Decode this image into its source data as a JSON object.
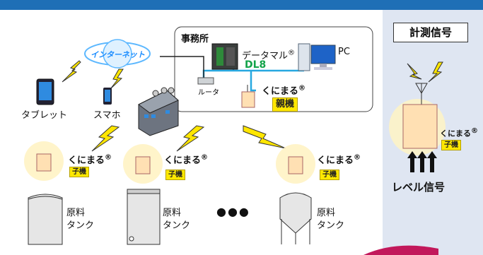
{
  "office": {
    "title": "事務所",
    "pc_label": "PC",
    "router_label": "ルータ"
  },
  "logger": {
    "name": "データマル",
    "reg": "®",
    "model": "DL8"
  },
  "internet": {
    "label": "インターネット"
  },
  "devices": {
    "tablet": "タブレット",
    "phone": "スマホ"
  },
  "parent": {
    "name": "くにまる",
    "reg": "®",
    "role": "親機"
  },
  "children": [
    {
      "name": "くにまる",
      "reg": "®",
      "role": "子機"
    },
    {
      "name": "くにまる",
      "reg": "®",
      "role": "子機"
    },
    {
      "name": "くにまる",
      "reg": "®",
      "role": "子機"
    }
  ],
  "tank_line1": "原料",
  "tank_line2": "タンク",
  "ellipsis": "●●●",
  "side": {
    "heading": "計測信号",
    "name": "くにまる",
    "reg": "®",
    "role": "子機",
    "bottom": "レベル信号"
  },
  "colors": {
    "bar": "#1f6fb6",
    "panel": "#dfe6f2",
    "cable": "#27a8e0",
    "bolt": "#ffe600"
  }
}
